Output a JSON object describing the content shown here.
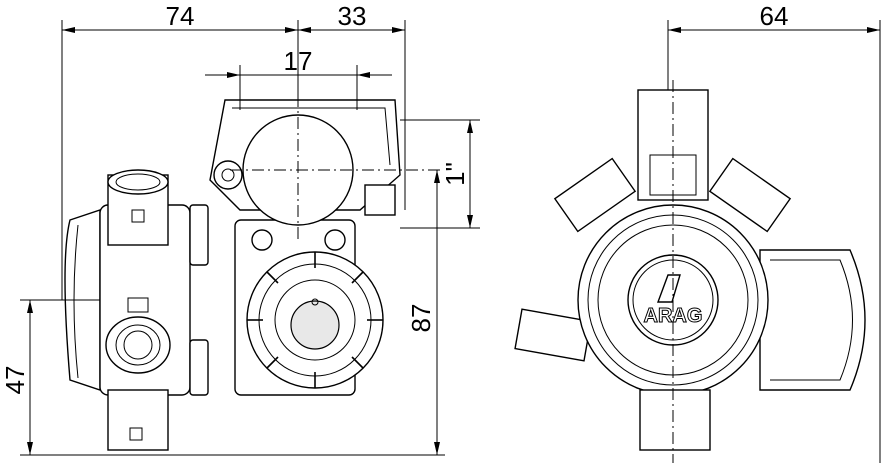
{
  "dimensions": {
    "width_left": "74",
    "width_right": "33",
    "clamp_width": "17",
    "pipe_size": "1\"",
    "height_total": "87",
    "height_inlet": "47",
    "width_side": "64"
  },
  "logo": "ARAG",
  "colors": {
    "line": "#000000",
    "background": "#ffffff"
  }
}
